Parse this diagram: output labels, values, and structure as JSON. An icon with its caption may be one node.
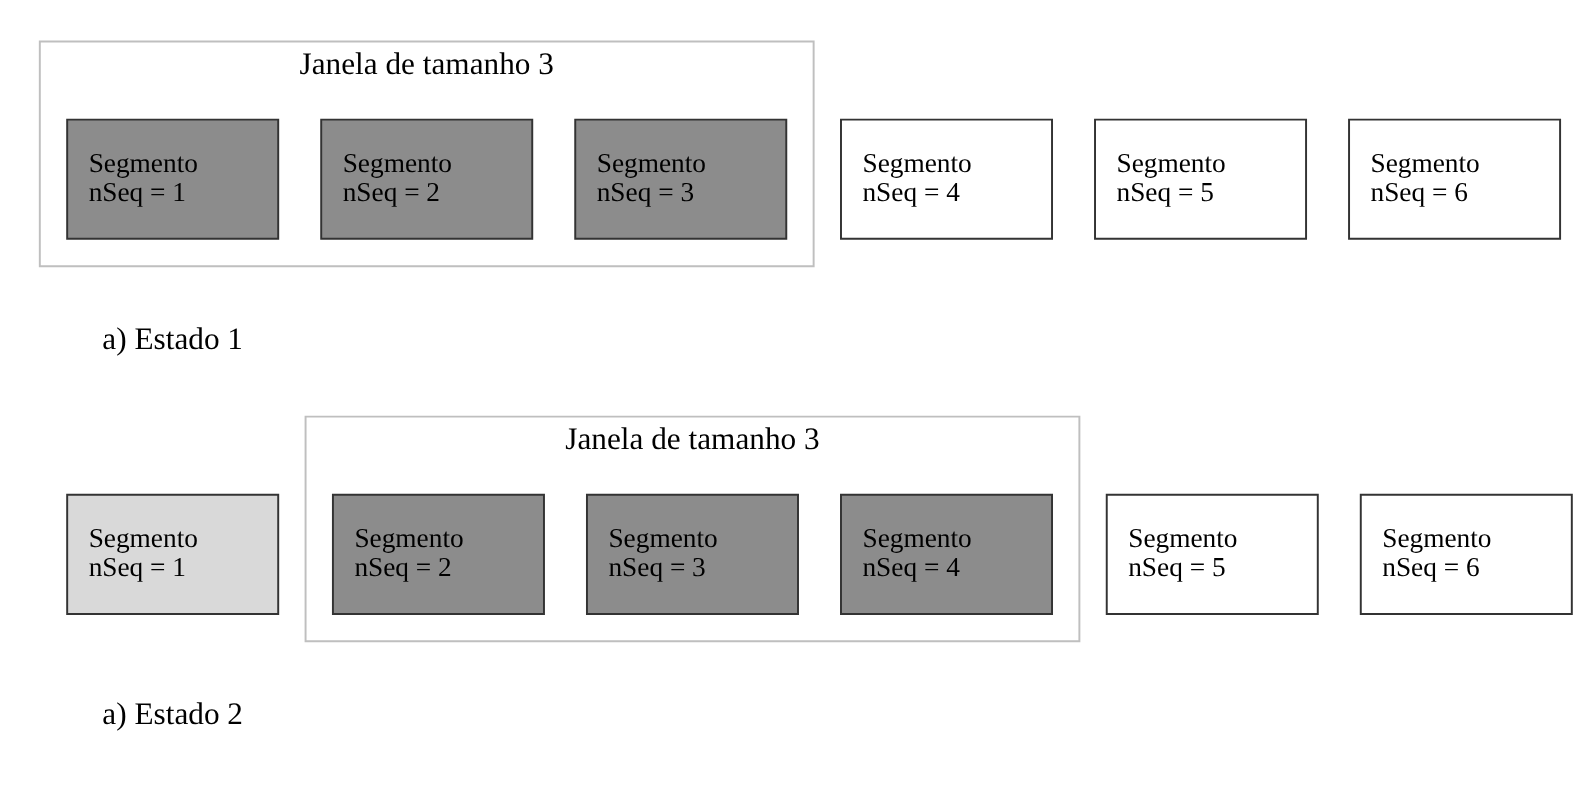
{
  "diagram": {
    "nodes": [
      {
        "text": [
          "Janela de tamanho 3"
        ]
      },
      {
        "text": [
          "Segmento nSeq = 1"
        ],
        "in": 0
      },
      {
        "text": [
          "Segmento nSeq = 2"
        ],
        "in": 0
      },
      {
        "text": [
          "Segmento nSeq = 3"
        ],
        "in": 0
      },
      {
        "text": [
          "Segmento nSeq = 4"
        ]
      },
      {
        "text": [
          "Segmento nSeq = 5"
        ]
      },
      {
        "text": [
          "Segmento nSeq = 6"
        ]
      },
      {
        "text": [
          "Segmento nSeq = 1"
        ]
      },
      {
        "text": [
          "Janela de tamanho 3"
        ]
      },
      {
        "text": [
          "Segmento nSeq = 2"
        ],
        "in": 8
      },
      {
        "text": [
          "Segmento nSeq = 3"
        ],
        "in": 8
      },
      {
        "text": [
          "Segmento nSeq = 4"
        ],
        "in": 8
      },
      {
        "text": [
          "Segmento nSeq = 5"
        ]
      },
      {
        "text": [
          "Segmento nSeq = 6"
        ]
      }
    ],
    "labels": [
      "a) Estado 1",
      "a) Estado 2"
    ]
  }
}
